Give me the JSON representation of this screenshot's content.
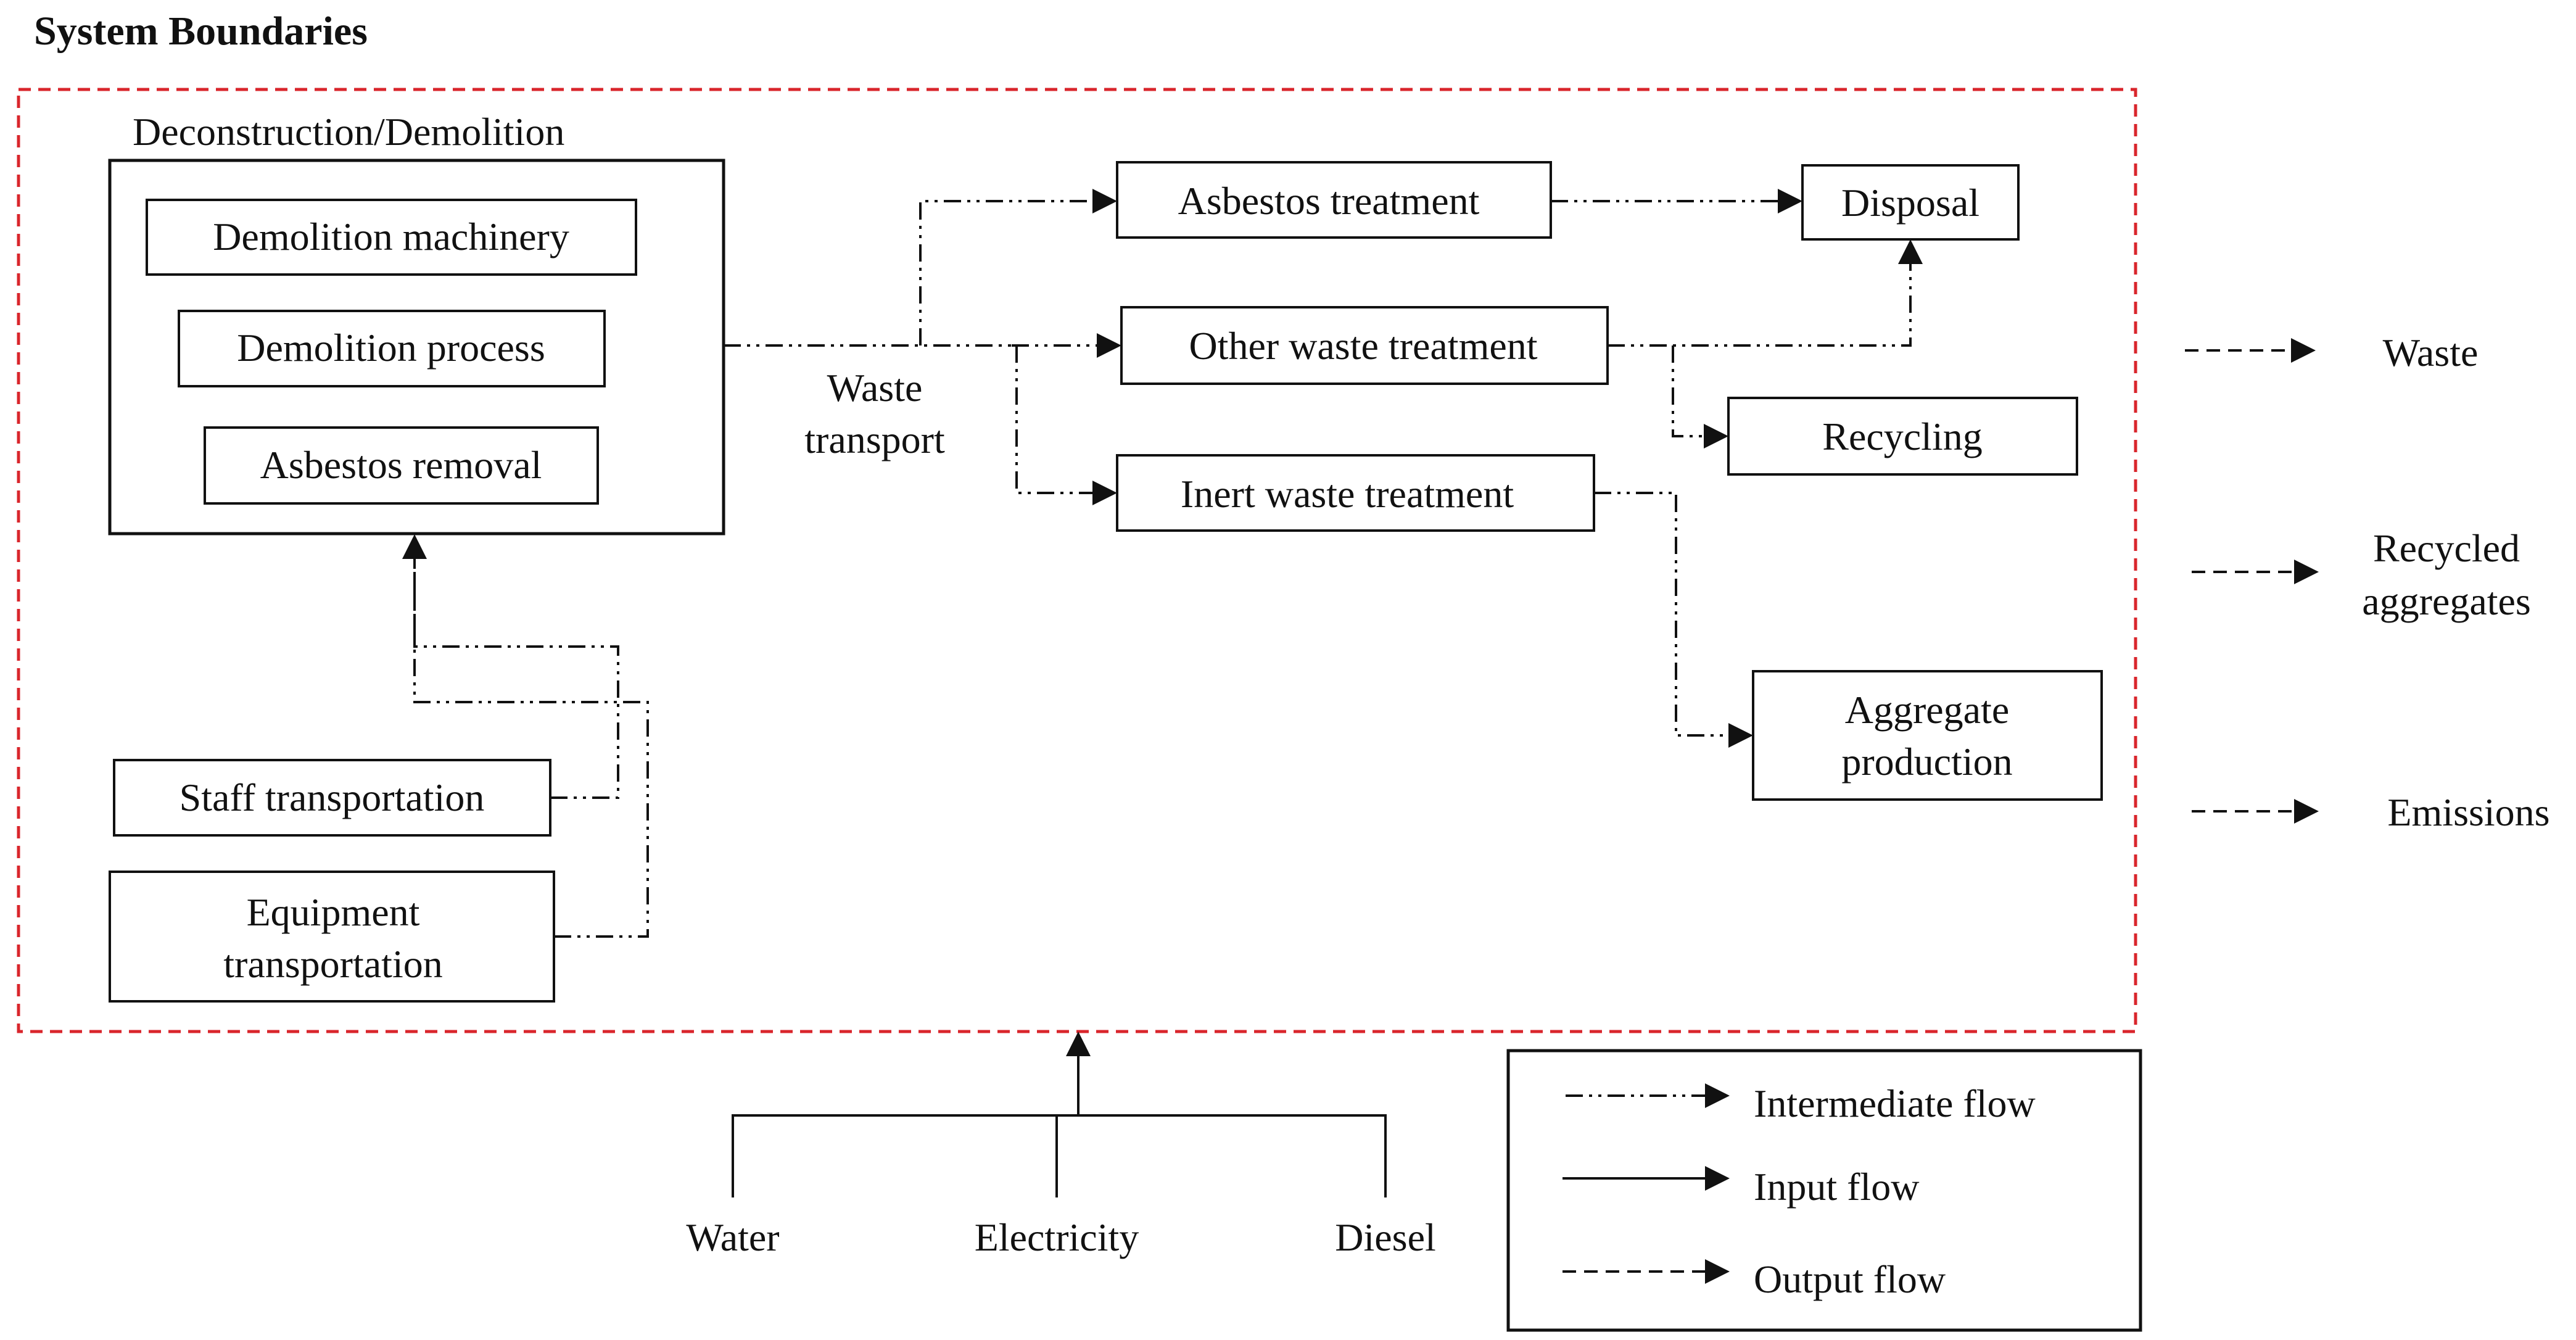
{
  "title": "System Boundaries",
  "group_label": "Deconstruction/Demolition",
  "boxes": {
    "demolition_machinery": [
      "Demolition machinery"
    ],
    "demolition_process": [
      "Demolition process"
    ],
    "asbestos_removal": [
      "Asbestos removal"
    ],
    "staff_transportation": [
      "Staff transportation"
    ],
    "equipment_transportation": [
      "Equipment",
      "transportation"
    ],
    "asbestos_treatment": [
      "Asbestos treatment"
    ],
    "other_waste_treatment": [
      "Other waste treatment"
    ],
    "inert_waste_treatment": [
      "Inert waste treatment"
    ],
    "disposal": [
      "Disposal"
    ],
    "recycling": [
      "Recycling"
    ],
    "aggregate_production": [
      "Aggregate",
      "production"
    ]
  },
  "waste_transport_label": [
    "Waste",
    "transport"
  ],
  "inputs": [
    "Water",
    "Electricity",
    "Diesel"
  ],
  "outputs": [
    [
      "Waste"
    ],
    [
      "Recycled",
      "aggregates"
    ],
    [
      "Emissions"
    ]
  ],
  "legend": {
    "intermediate": "Intermediate flow",
    "input": "Input flow",
    "output": "Output flow"
  },
  "colors": {
    "boundary": "#d9262c",
    "line": "#111111",
    "text": "#111111"
  }
}
